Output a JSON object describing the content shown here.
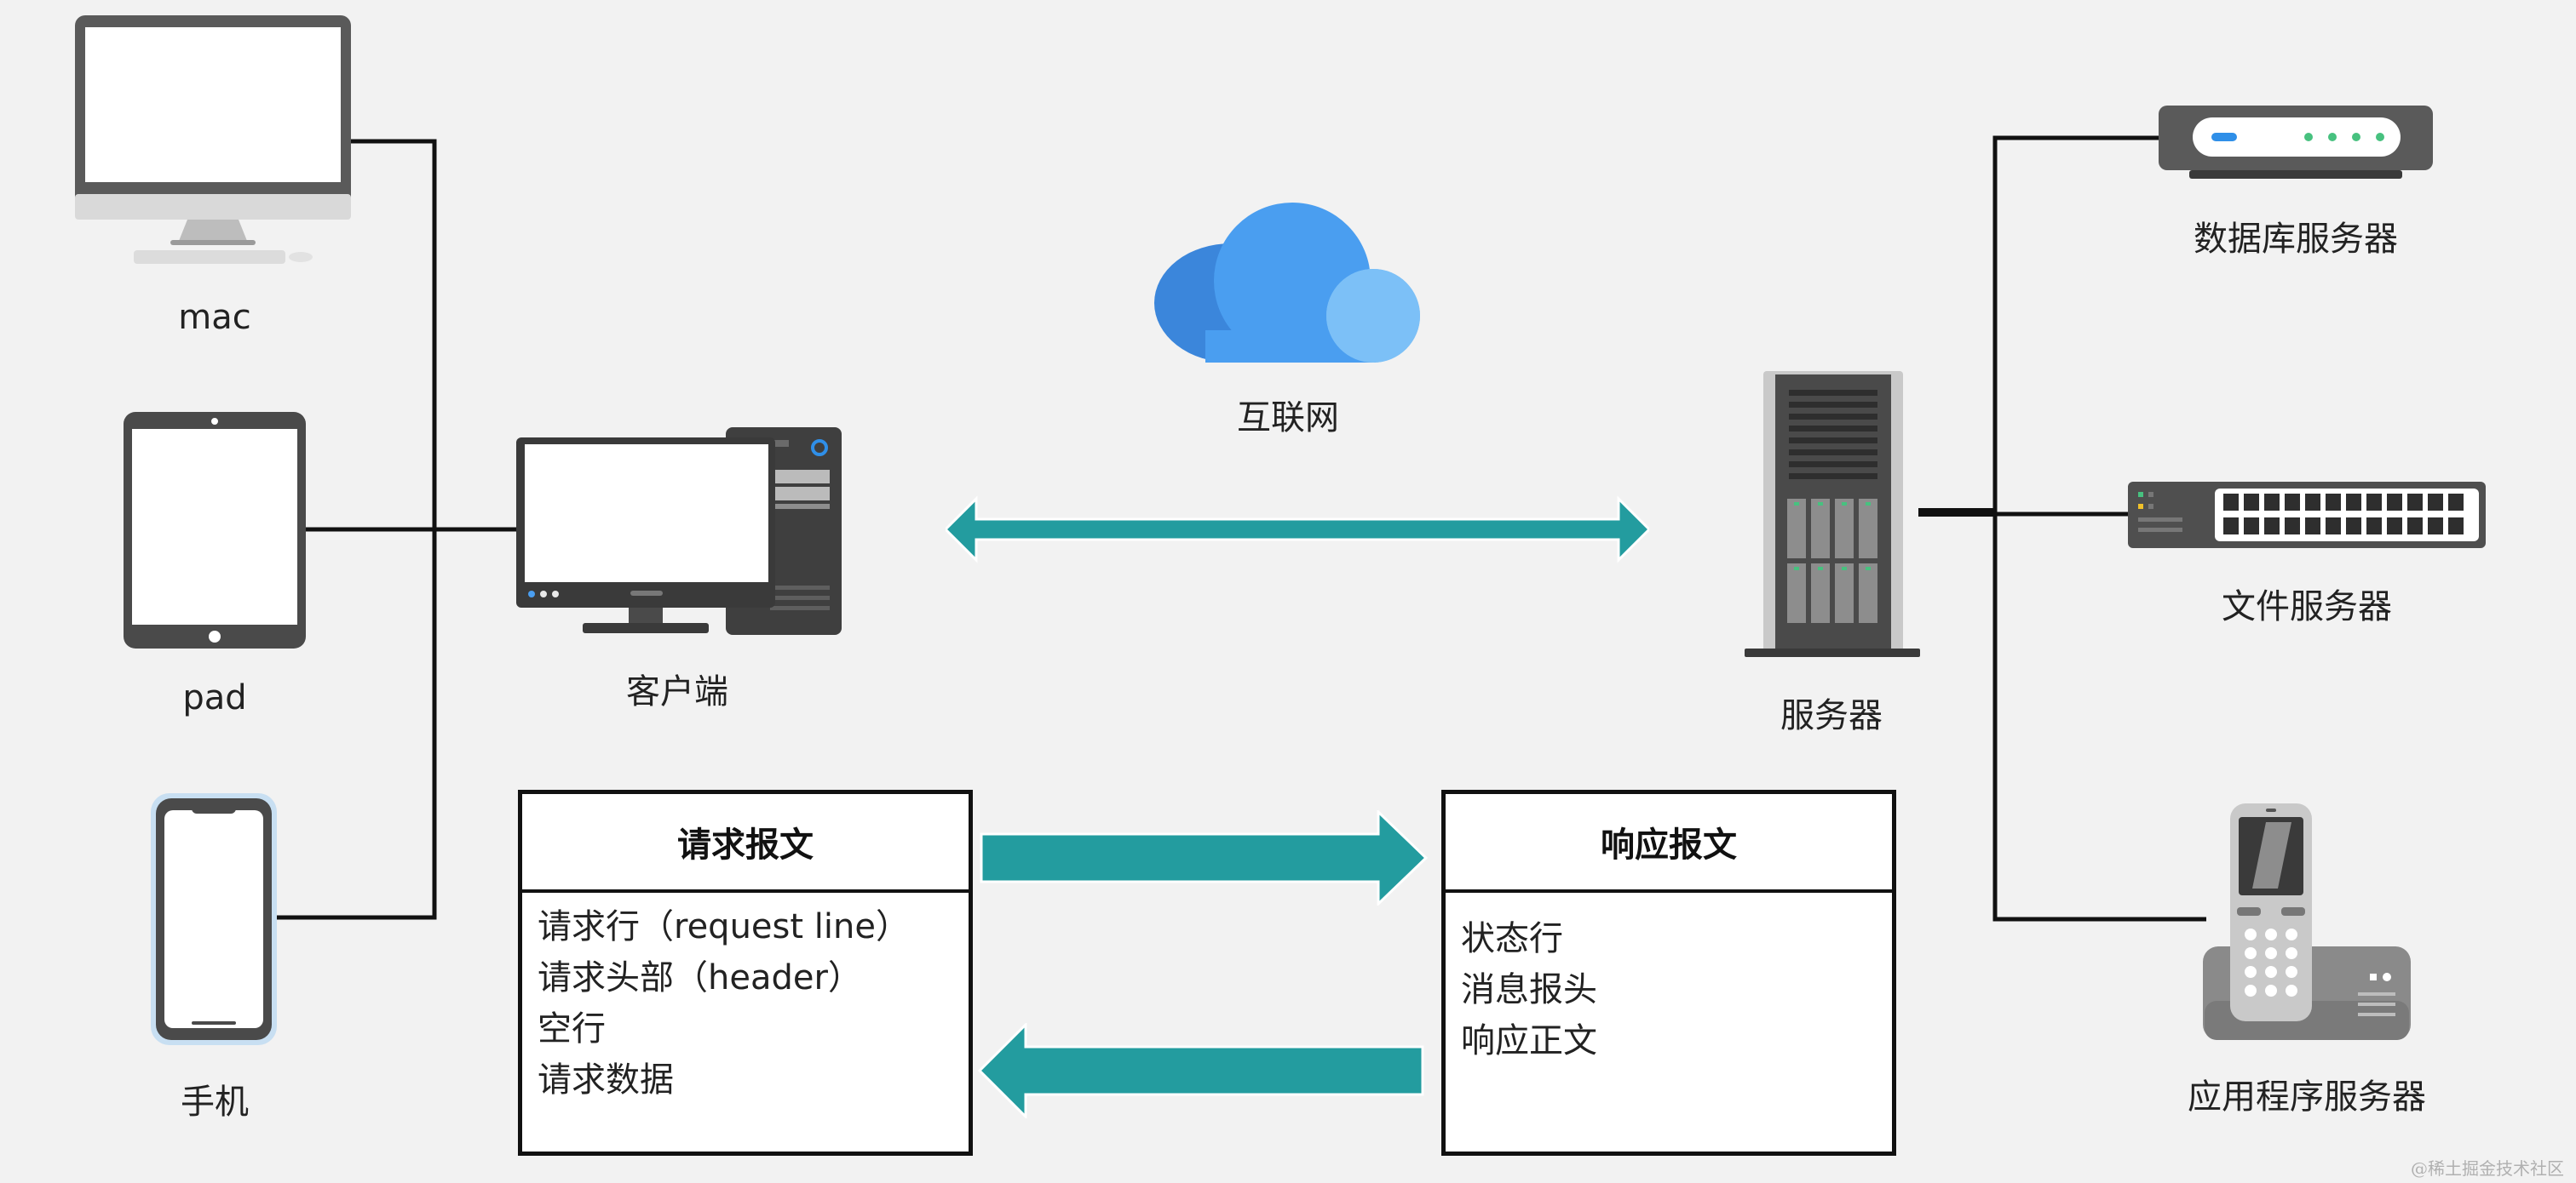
{
  "devices": {
    "mac": "mac",
    "pad": "pad",
    "phone": "手机",
    "client": "客户端",
    "internet": "互联网",
    "server": "服务器",
    "db_server": "数据库服务器",
    "file_server": "文件服务器",
    "app_server": "应用程序服务器"
  },
  "request_box": {
    "title": "请求报文",
    "lines": [
      "请求行（request line）",
      "请求头部（header）",
      "空行",
      "请求数据"
    ]
  },
  "response_box": {
    "title": "响应报文",
    "lines": [
      "状态行",
      "消息报头",
      "响应正文"
    ]
  },
  "watermark": "@稀土掘金技术社区",
  "colors": {
    "arrow": "#239c9f",
    "cloud_dark": "#3b86db",
    "cloud_mid": "#4a9ef0",
    "cloud_light": "#7cc0f7",
    "background": "#f2f2f2"
  }
}
